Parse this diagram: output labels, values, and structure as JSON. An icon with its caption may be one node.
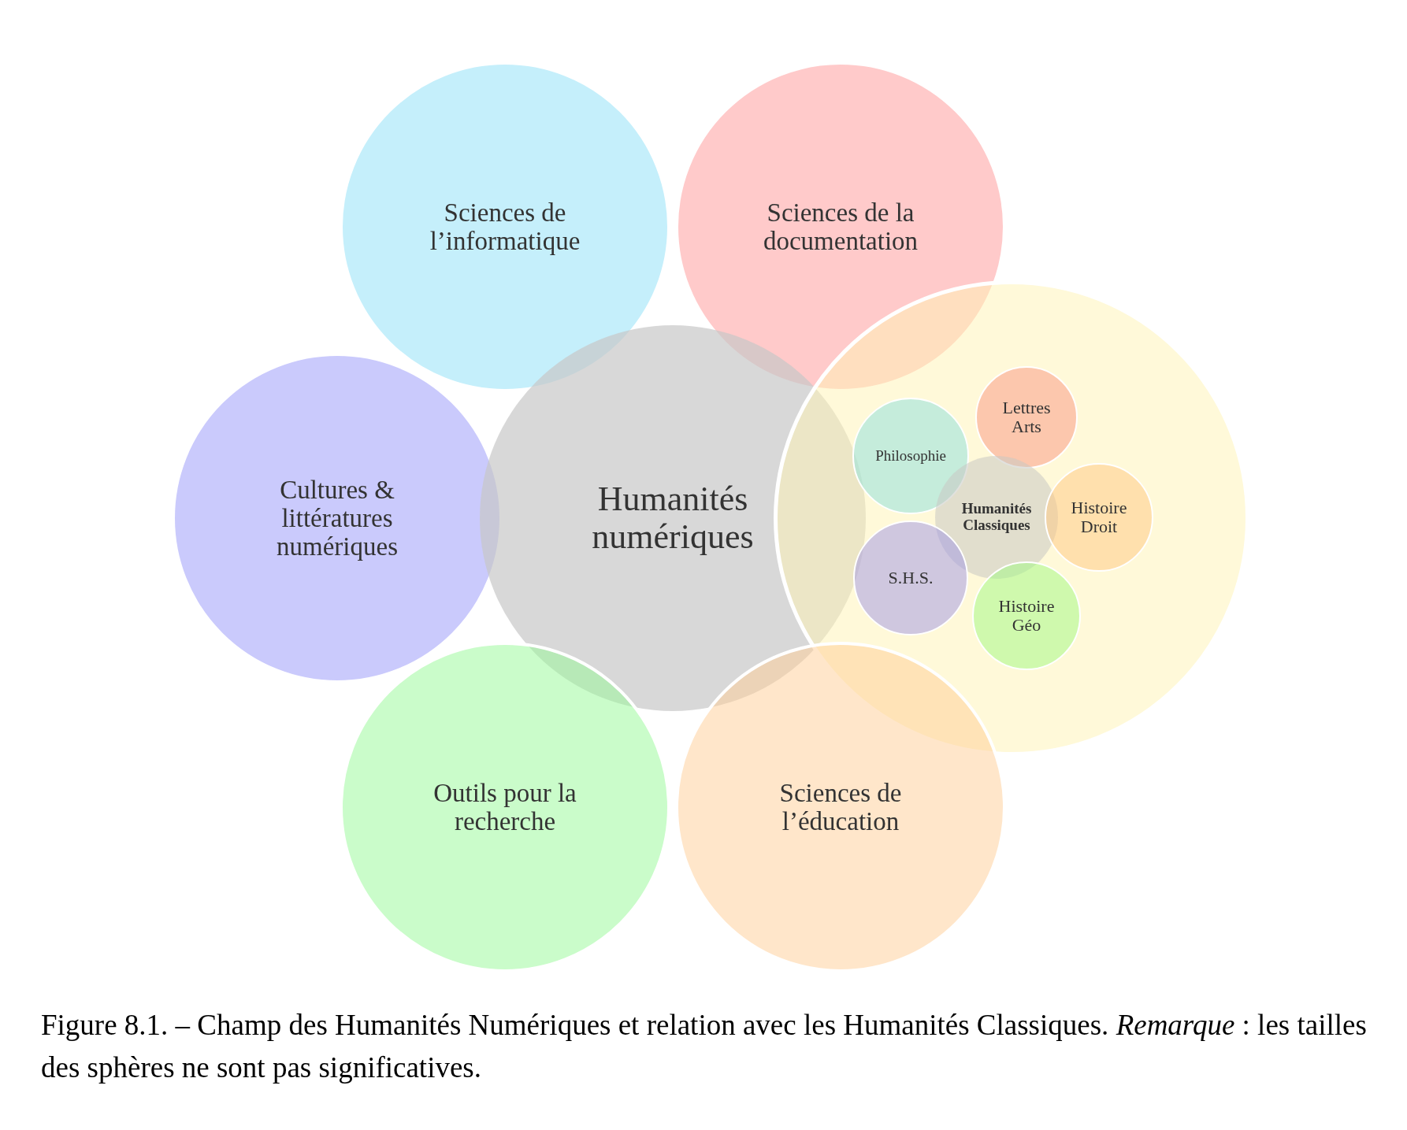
{
  "diagram": {
    "caption": "Figure 8.1. – Champ des Humanités Numériques et relation avec les Humanités Classiques. *Remarque* : les tailles des sphères ne sont pas significatives.",
    "nodes": [
      {
        "text": [
          "Sciences de l’informatique"
        ]
      },
      {
        "text": [
          "Sciences de la documentation"
        ]
      },
      {
        "text": [
          "Cultures & littératures numériques"
        ]
      },
      {
        "text": [
          "Humanités numériques"
        ]
      },
      {
        "text": [],
        "shape": "circle"
      },
      {
        "text": [
          "Philosophie"
        ],
        "in": 4
      },
      {
        "text": [
          "Lettres Arts"
        ],
        "in": 4
      },
      {
        "text": [
          "Humanités Classiques"
        ],
        "in": 4
      },
      {
        "text": [
          "Histoire Droit"
        ],
        "in": 4
      },
      {
        "text": [
          "S.H.S."
        ],
        "in": 4
      },
      {
        "text": [
          "Histoire Géo"
        ],
        "in": 4
      },
      {
        "text": [
          "Outils pour la recherche"
        ]
      },
      {
        "text": [
          "Sciences de l’éducation"
        ]
      }
    ]
  }
}
